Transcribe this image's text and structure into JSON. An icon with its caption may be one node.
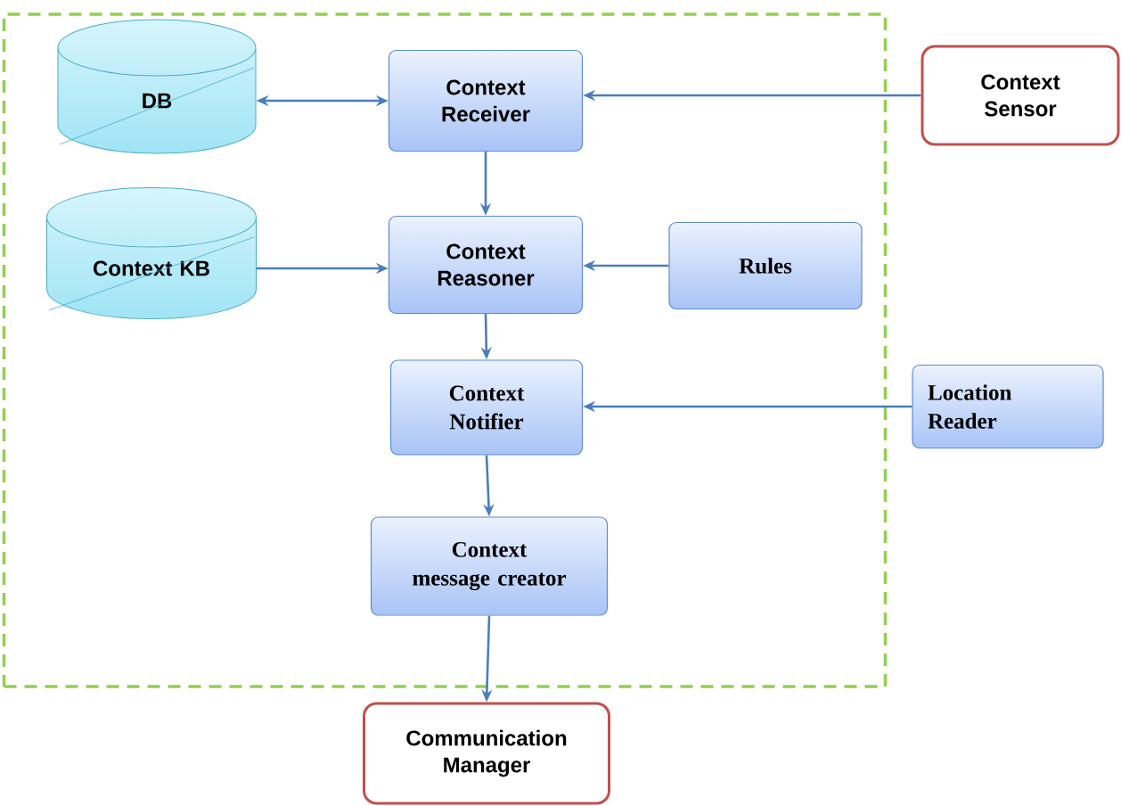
{
  "diagram": {
    "nodes": [
      {
        "text": [],
        "shape": "box"
      },
      {
        "text": [
          "DB"
        ],
        "in": 0
      },
      {
        "text": [
          "Context Receiver"
        ],
        "in": 0
      },
      {
        "text": [
          "Context Sensor"
        ]
      },
      {
        "text": [
          "Context KB"
        ],
        "in": 0
      },
      {
        "text": [
          "Context Reasoner"
        ],
        "in": 0
      },
      {
        "text": [
          "Rules"
        ],
        "in": 0
      },
      {
        "text": [
          "Context Notifier"
        ],
        "in": 0
      },
      {
        "text": [
          "Location Reader"
        ]
      },
      {
        "text": [
          "Context message creator"
        ],
        "in": 0
      },
      {
        "text": [
          "Communication Manager"
        ]
      }
    ],
    "edges": [
      {
        "from": 1,
        "to": 2,
        "arrow": "both"
      },
      {
        "from": 3,
        "to": 2,
        "arrow": "to"
      },
      {
        "from": 2,
        "to": 5,
        "arrow": "to"
      },
      {
        "from": 4,
        "to": 5,
        "arrow": "to"
      },
      {
        "from": 6,
        "to": 5,
        "arrow": "to"
      },
      {
        "from": 5,
        "to": 7,
        "arrow": "to"
      },
      {
        "from": 8,
        "to": 7,
        "arrow": "to"
      },
      {
        "from": 7,
        "to": 9,
        "arrow": "to"
      },
      {
        "from": 9,
        "to": 10,
        "arrow": "to"
      }
    ]
  }
}
